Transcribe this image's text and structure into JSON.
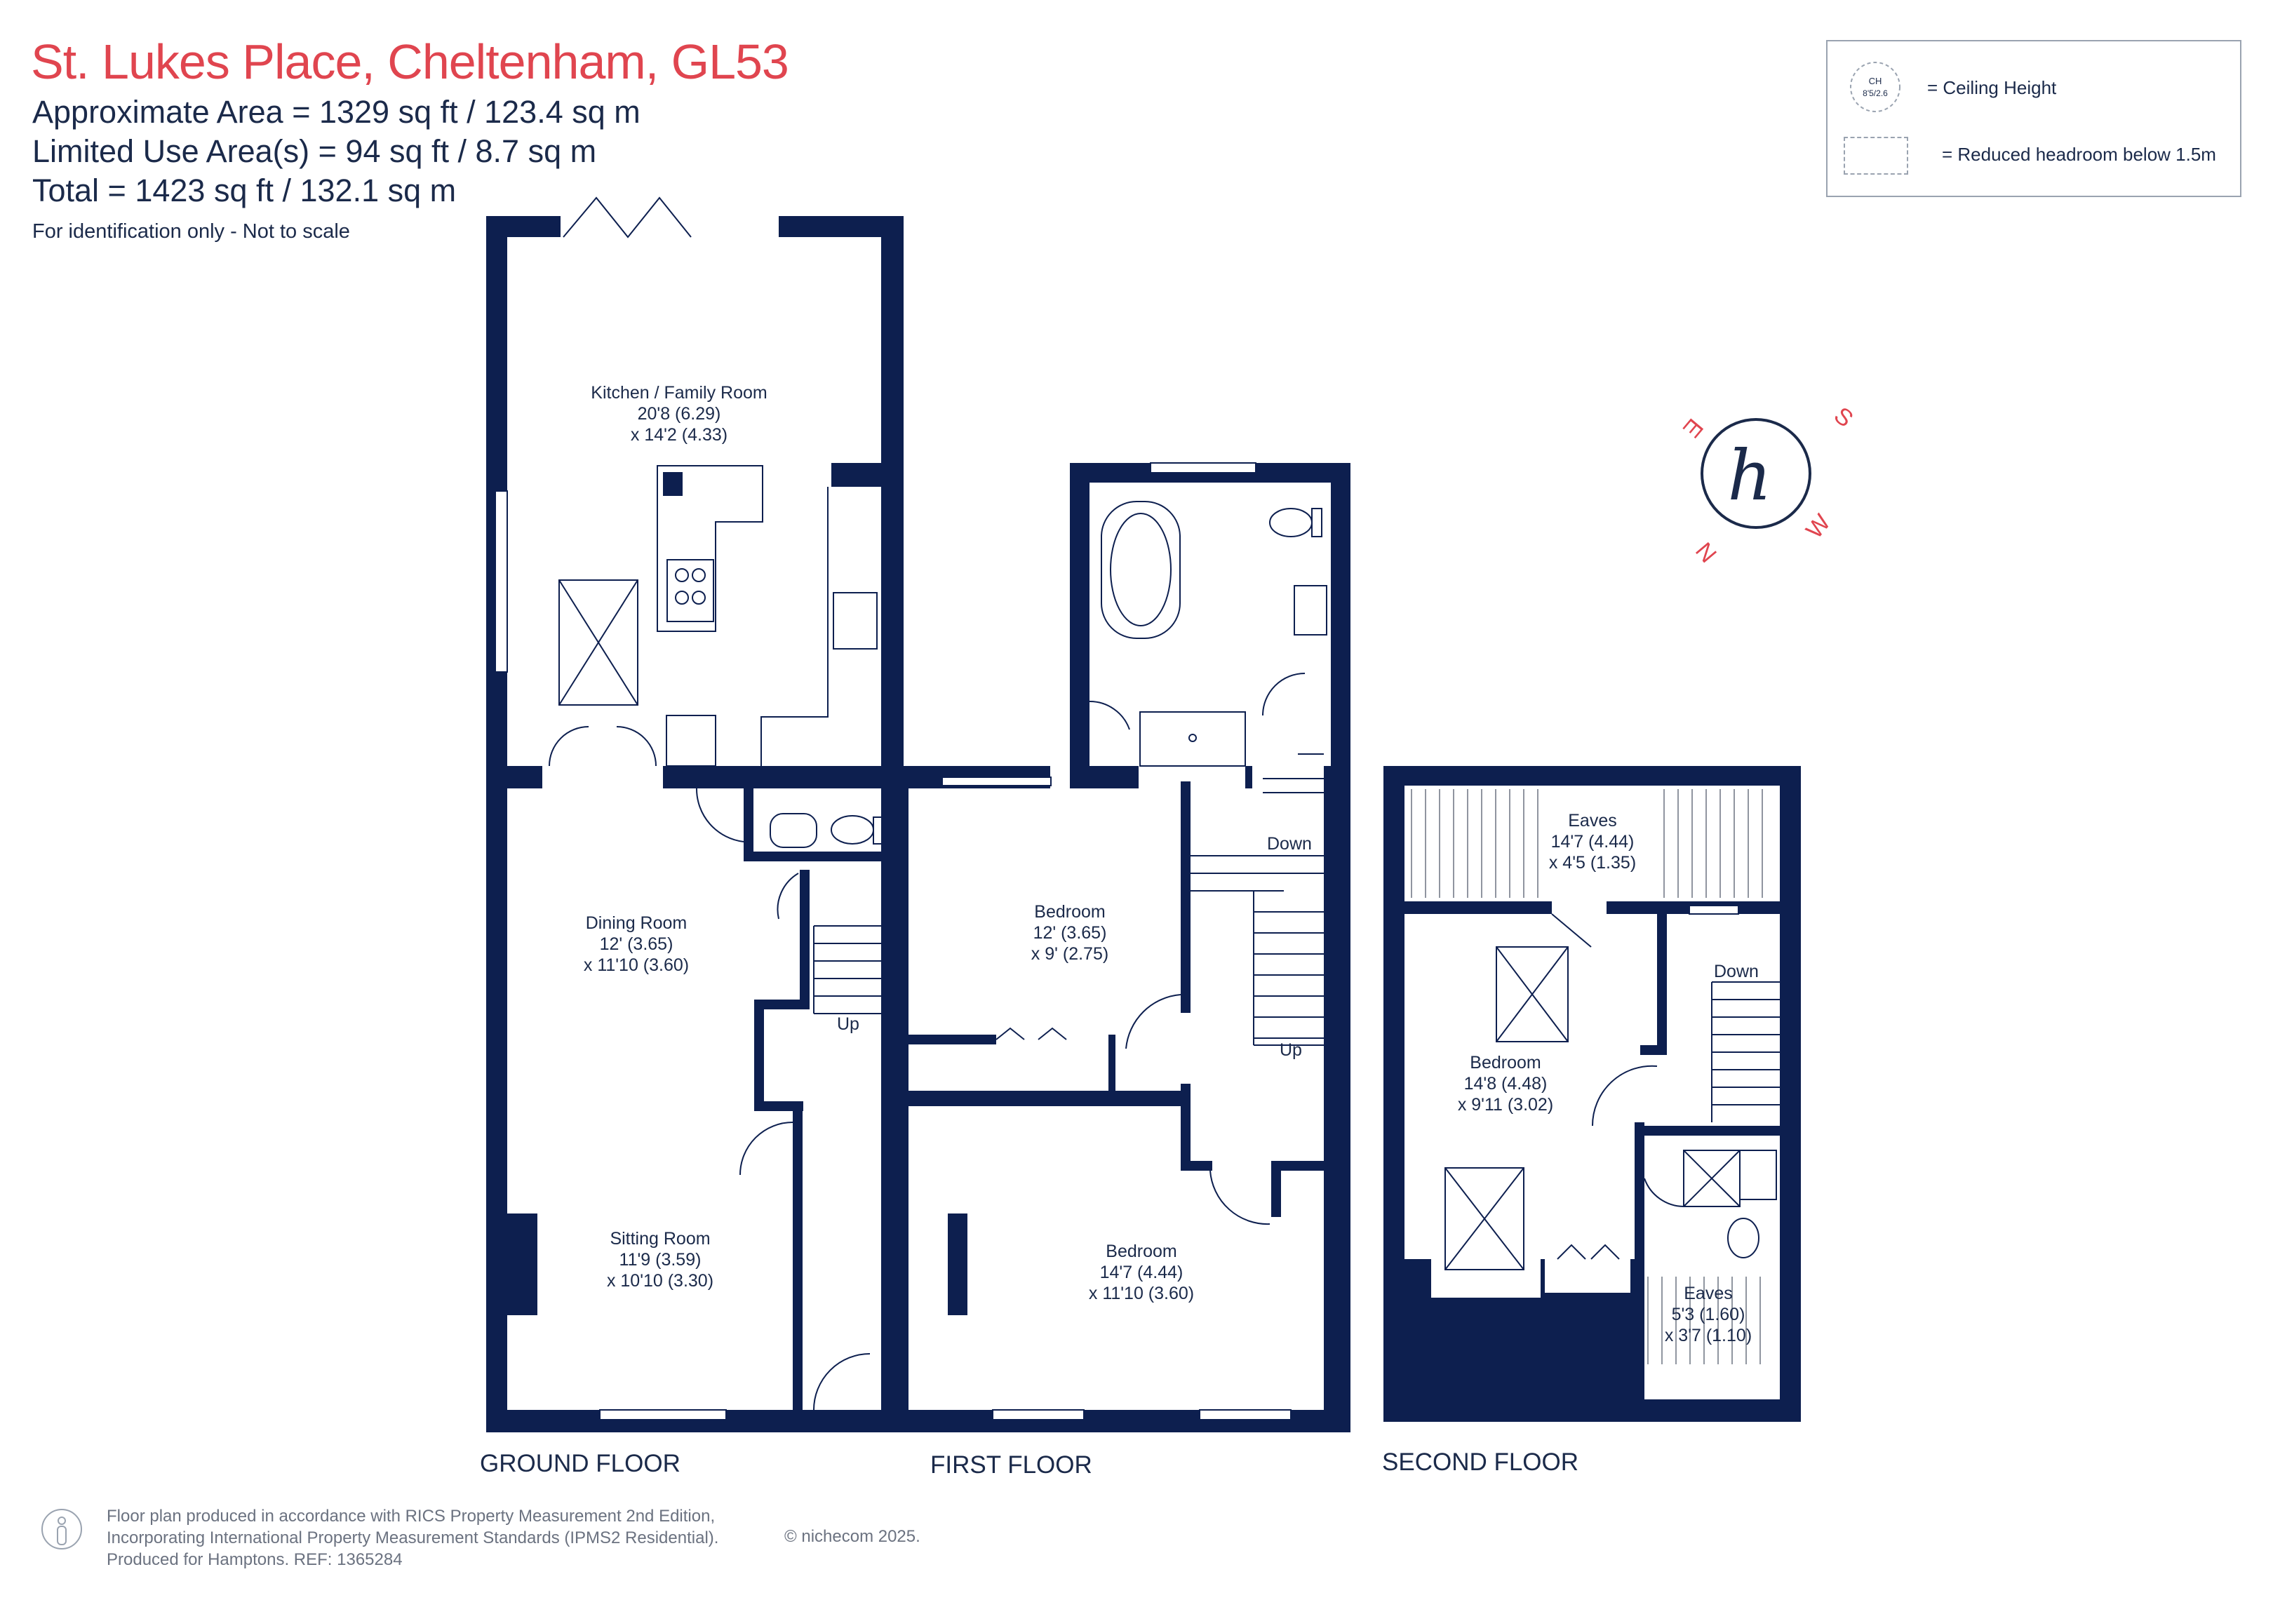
{
  "header": {
    "title": "St. Lukes Place, Cheltenham, GL53",
    "area_lines": [
      "Approximate Area = 1329 sq ft / 123.4 sq m",
      "Limited Use Area(s) = 94 sq ft / 8.7 sq m",
      "Total = 1423 sq ft / 132.1 sq m"
    ],
    "disclaimer": "For identification only - Not to scale"
  },
  "legend": {
    "ceiling_icon_top": "CH",
    "ceiling_icon_bottom": "8'5/2.6",
    "ceiling_label": "= Ceiling Height",
    "reduced_label": "= Reduced headroom below 1.5m"
  },
  "logo": {
    "letter": "h",
    "compass": [
      "S",
      "W",
      "N",
      "E"
    ]
  },
  "floors": {
    "ground": {
      "label": "GROUND FLOOR",
      "rooms": [
        {
          "name": "Kitchen / Family Room",
          "dim1": "20'8 (6.29)",
          "dim2": "x 14'2 (4.33)"
        },
        {
          "name": "Dining Room",
          "dim1": "12' (3.65)",
          "dim2": "x 11'10 (3.60)"
        },
        {
          "name": "Sitting Room",
          "dim1": "11'9 (3.59)",
          "dim2": "x 10'10 (3.30)"
        }
      ],
      "stairs": "Up"
    },
    "first": {
      "label": "FIRST FLOOR",
      "rooms": [
        {
          "name": "Bedroom",
          "dim1": "12' (3.65)",
          "dim2": "x 9' (2.75)"
        },
        {
          "name": "Bedroom",
          "dim1": "14'7 (4.44)",
          "dim2": "x 11'10 (3.60)"
        }
      ],
      "stairs_down": "Down",
      "stairs_up": "Up"
    },
    "second": {
      "label": "SECOND FLOOR",
      "rooms": [
        {
          "name": "Eaves",
          "dim1": "14'7 (4.44)",
          "dim2": "x 4'5 (1.35)"
        },
        {
          "name": "Bedroom",
          "dim1": "14'8 (4.48)",
          "dim2": "x 9'11 (3.02)"
        },
        {
          "name": "Eaves",
          "dim1": "5'3 (1.60)",
          "dim2": "x 3'7 (1.10)"
        }
      ],
      "stairs_down": "Down"
    }
  },
  "footer": {
    "lines": [
      "Floor plan produced in accordance with RICS Property Measurement 2nd Edition,",
      "Incorporating International Property Measurement Standards (IPMS2 Residential).",
      "Produced for Hamptons.   REF:  1365284"
    ],
    "copyright": "© nichecom 2025."
  },
  "colors": {
    "wall": "#0d1f4f",
    "title": "#e0454f",
    "text": "#1b2a4a",
    "muted": "#6b7280"
  }
}
